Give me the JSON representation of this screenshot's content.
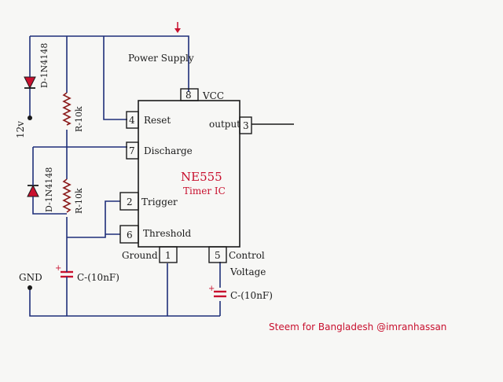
{
  "labels": {
    "power_supply": "Power Supply",
    "vcc": "VCC",
    "reset": "Reset",
    "discharge": "Discharge",
    "trigger": "Trigger",
    "threshold": "Threshold",
    "ground": "Ground",
    "control_line1": "Control",
    "control_line2": "Voltage",
    "output": "output",
    "ic_name": "NE555",
    "ic_sub": "Timer IC",
    "diode_top": "D-1N4148",
    "diode_bottom": "D-1N4148",
    "resistor_top": "R-10k",
    "resistor_bottom": "R-10k",
    "supply_voltage": "12v",
    "gnd": "GND",
    "cap_left": "C-(10nF)",
    "cap_right": "C-(10nF)",
    "credit": "Steem for Bangladesh @imranhassan"
  },
  "pins": {
    "p1": "1",
    "p2": "2",
    "p3": "3",
    "p4": "4",
    "p5": "5",
    "p6": "6",
    "p7": "7",
    "p8": "8"
  },
  "colors": {
    "wire": "#1e2f7a",
    "ink": "#1a1a1a",
    "accent": "#c8102e",
    "resistor": "#8b1a1a"
  }
}
